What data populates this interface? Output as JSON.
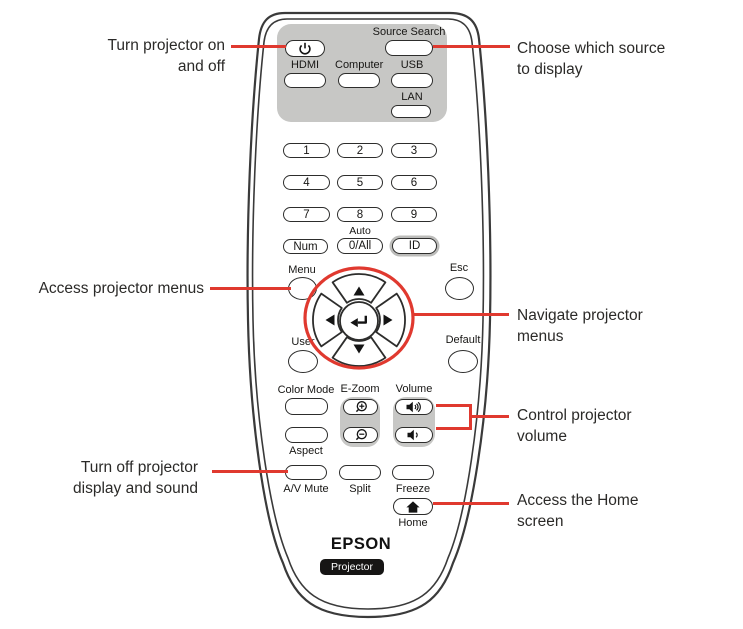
{
  "colors": {
    "accent_red": "#e0392f",
    "panel_gray": "#c7c7c5",
    "outline": "#3a3a3a",
    "badge_black": "#161514"
  },
  "callouts": {
    "power": {
      "lines": [
        "Turn projector on",
        "and off"
      ]
    },
    "source": {
      "lines": [
        "Choose which source",
        "to display"
      ]
    },
    "menu": {
      "lines": [
        "Access projector menus"
      ]
    },
    "navigate": {
      "lines": [
        "Navigate projector",
        "menus"
      ]
    },
    "volume": {
      "lines": [
        "Control projector",
        "volume"
      ]
    },
    "av_mute": {
      "lines": [
        "Turn off projector",
        "display and sound"
      ]
    },
    "home": {
      "lines": [
        "Access the Home",
        "screen"
      ]
    }
  },
  "remote": {
    "source_search": "Source Search",
    "hdmi": "HDMI",
    "computer": "Computer",
    "usb": "USB",
    "lan": "LAN",
    "digits": [
      "1",
      "2",
      "3",
      "4",
      "5",
      "6",
      "7",
      "8",
      "9"
    ],
    "num": "Num",
    "auto": "Auto",
    "zero_all": "0/All",
    "id": "ID",
    "menu": "Menu",
    "esc": "Esc",
    "user": "User",
    "default": "Default",
    "color_mode": "Color Mode",
    "e_zoom": "E-Zoom",
    "volume": "Volume",
    "aspect": "Aspect",
    "av_mute": "A/V Mute",
    "split": "Split",
    "freeze": "Freeze",
    "home": "Home",
    "brand": "EPSON",
    "badge": "Projector",
    "icons": {
      "power": "power-icon",
      "volume_up": "speaker-loud-icon",
      "volume_down": "speaker-soft-icon",
      "zoom_in": "magnifier-plus-icon",
      "zoom_out": "magnifier-minus-icon",
      "home": "house-icon",
      "enter": "return-arrow-icon"
    }
  }
}
